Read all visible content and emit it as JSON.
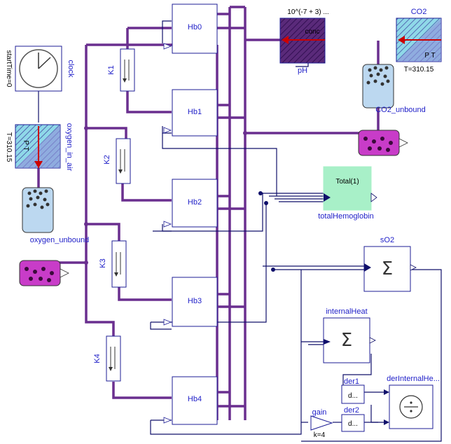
{
  "components": {
    "clock": {
      "name": "clock",
      "param": "startTime=0"
    },
    "oxygen_in_air": {
      "name": "oxygen_in_air",
      "param": "T=310.15",
      "pt_label": "P T"
    },
    "oxygen_unbound": {
      "name": "oxygen_unbound"
    },
    "pH": {
      "name": "pH",
      "expr": "10^(-7 + 3) ...",
      "conc_label": "conc"
    },
    "CO2": {
      "name": "CO2",
      "param": "T=310.15",
      "pt_label": "P T"
    },
    "CO2_unbound": {
      "name": "CO2_unbound"
    },
    "hb": [
      "Hb0",
      "Hb1",
      "Hb2",
      "Hb3",
      "Hb4"
    ],
    "k": [
      "K1",
      "K2",
      "K3",
      "K4"
    ],
    "totalHemoglobin": {
      "name": "totalHemoglobin",
      "body": "Total(1)"
    },
    "sO2": {
      "name": "sO2"
    },
    "internalHeat": {
      "name": "internalHeat"
    },
    "der1": {
      "name": "der1",
      "body": "d..."
    },
    "der2": {
      "name": "der2",
      "body": "d..."
    },
    "gain": {
      "name": "gain",
      "param": "k=4"
    },
    "derInternalHeat": {
      "name": "derInternalHe..."
    }
  },
  "colors": {
    "substance_wire": "#6a2f8f",
    "signal_wire": "#10106b",
    "label": "#1e1ec8",
    "liquid": "#c83cc8",
    "gas": "#bfe0f0",
    "ph_block": "#5a2a7a",
    "total_block": "#a8f0c8"
  }
}
